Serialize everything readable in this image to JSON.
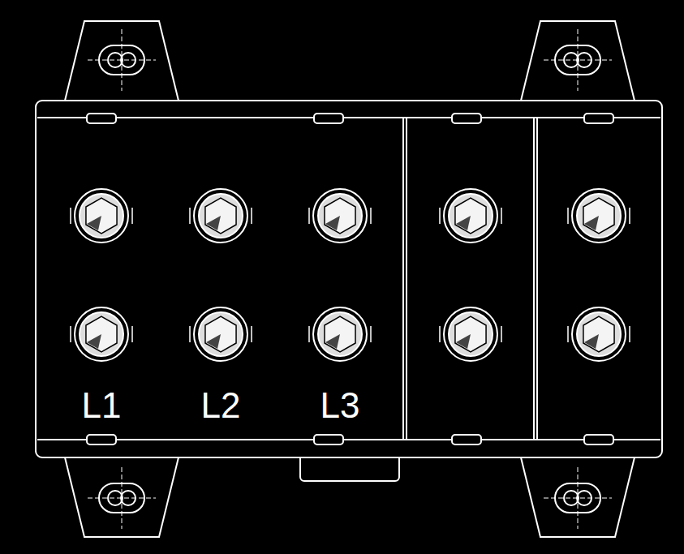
{
  "diagram": {
    "labels": [
      "L1",
      "L2",
      "L3"
    ]
  }
}
